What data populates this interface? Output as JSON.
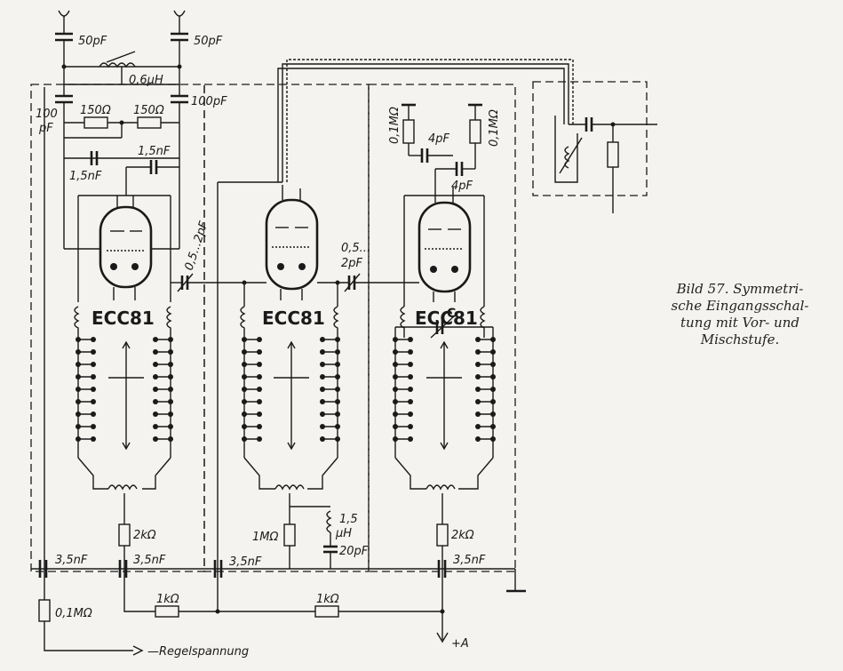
{
  "caption": {
    "lines": [
      "Bild 57. Symmetri-",
      "sche Eingangsschal-",
      "tung mit Vor- und",
      "Mischstufe."
    ]
  },
  "tubes": [
    "ECC81",
    "ECC81",
    "ECC81"
  ],
  "labels": {
    "c_50pf_left": "50pF",
    "c_50pf_right": "50pF",
    "l_06uh": "0,6µH",
    "c_100_left_a": "100",
    "c_100_left_b": "pF",
    "c_100pf_right": "100pF",
    "r_150_left": "150Ω",
    "r_150_right": "150Ω",
    "c_15nf_a": "1,5nF",
    "c_15nf_b": "1,5nF",
    "c_05_2pf_1": "0,5...2pF",
    "c_05_2pf_2a": "0,5...",
    "c_05_2pf_2b": "2pF",
    "r_01m_left": "0,1MΩ",
    "r_01m_right": "0,1MΩ",
    "c_4pf_a": "4pF",
    "c_4pf_b": "4pF",
    "c_trim": "C",
    "r_2k_1": "2kΩ",
    "r_1m": "1MΩ",
    "l_15uh_a": "1,5",
    "l_15uh_b": "µH",
    "c_20pf": "20pF",
    "r_2k_2": "2kΩ",
    "c_35nf_1": "3,5nF",
    "c_35nf_2": "3,5nF",
    "c_35nf_3": "3,5nF",
    "c_35nf_4": "3,5nF",
    "r_01m_bottom": "0,1MΩ",
    "r_1k_1": "1kΩ",
    "r_1k_2": "1kΩ",
    "regelspannung": "—Regelspannung",
    "plus_a": "+A"
  }
}
